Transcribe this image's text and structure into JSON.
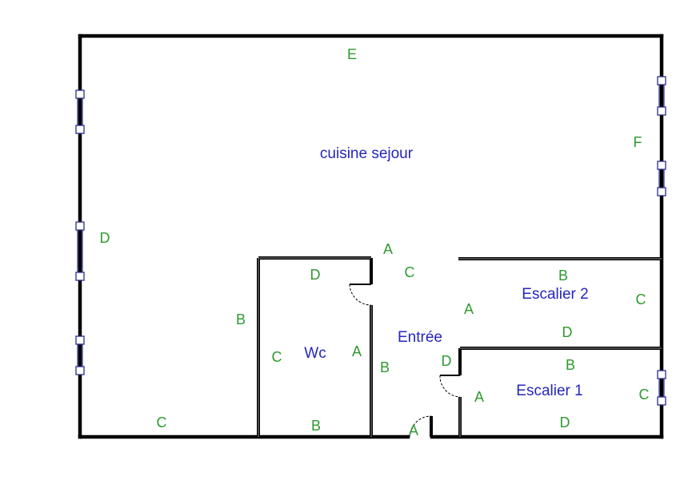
{
  "colors": {
    "room_label": "#2525c0",
    "wall_label": "#2e9a2e",
    "wall": "#000000",
    "window": "#2b2b8f"
  },
  "rooms": {
    "cuisine": "cuisine sejour",
    "wc": "Wc",
    "entree": "Entrée",
    "escalier2": "Escalier 2",
    "escalier1": "Escalier 1"
  },
  "walls": {
    "main_top": "E",
    "main_left": "D",
    "main_right": "F",
    "main_bottom": "C",
    "wc_top": "D",
    "wc_left": "C",
    "wc_right": "A",
    "wc_bottom": "B",
    "wc_outer_left": "B",
    "entree_a_top": "A",
    "entree_c": "C",
    "entree_b_left": "B",
    "entree_a_right": "A",
    "entree_d": "D",
    "entree_a_bottom": "A",
    "esc2_b": "B",
    "esc2_c": "C",
    "esc2_d": "D",
    "esc1_b": "B",
    "esc1_a": "A",
    "esc1_c": "C",
    "esc1_d": "D"
  }
}
